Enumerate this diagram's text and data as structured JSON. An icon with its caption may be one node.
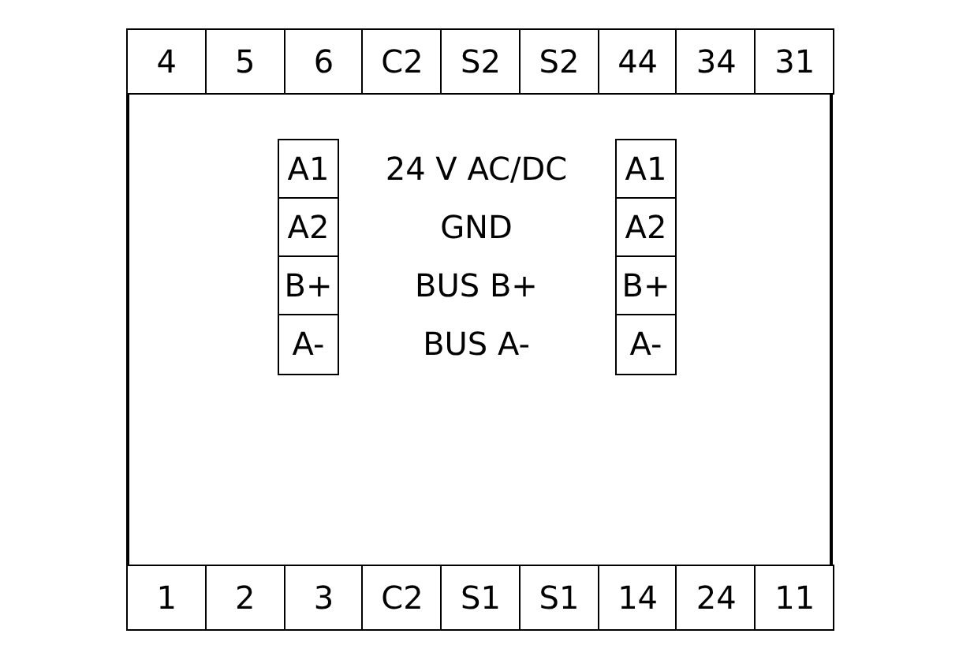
{
  "diagram": {
    "nodes": [
      {
        "text": [],
        "shape": "box"
      },
      {
        "text": [
          "4"
        ],
        "in": 0
      },
      {
        "text": [
          "5"
        ],
        "in": 0
      },
      {
        "text": [
          "6"
        ],
        "in": 0
      },
      {
        "text": [
          "C2"
        ],
        "in": 0
      },
      {
        "text": [
          "S2"
        ],
        "in": 0
      },
      {
        "text": [
          "S2"
        ],
        "in": 0
      },
      {
        "text": [
          "44"
        ],
        "in": 0
      },
      {
        "text": [
          "34"
        ],
        "in": 0
      },
      {
        "text": [
          "31"
        ],
        "in": 0
      },
      {
        "text": [
          "A1"
        ],
        "in": 0
      },
      {
        "text": [
          "A2"
        ],
        "in": 0
      },
      {
        "text": [
          "B+"
        ],
        "in": 0
      },
      {
        "text": [
          "A-"
        ],
        "in": 0
      },
      {
        "text": [
          "A1"
        ],
        "in": 0
      },
      {
        "text": [
          "A2"
        ],
        "in": 0
      },
      {
        "text": [
          "B+"
        ],
        "in": 0
      },
      {
        "text": [
          "A-"
        ],
        "in": 0
      },
      {
        "text": [
          "1"
        ],
        "in": 0
      },
      {
        "text": [
          "2"
        ],
        "in": 0
      },
      {
        "text": [
          "3"
        ],
        "in": 0
      },
      {
        "text": [
          "C2"
        ],
        "in": 0
      },
      {
        "text": [
          "S1"
        ],
        "in": 0
      },
      {
        "text": [
          "S1"
        ],
        "in": 0
      },
      {
        "text": [
          "14"
        ],
        "in": 0
      },
      {
        "text": [
          "24"
        ],
        "in": 0
      },
      {
        "text": [
          "11"
        ],
        "in": 0
      }
    ],
    "labels": [
      "24 V AC/DC",
      "GND",
      "BUS B+",
      "BUS A-"
    ]
  }
}
